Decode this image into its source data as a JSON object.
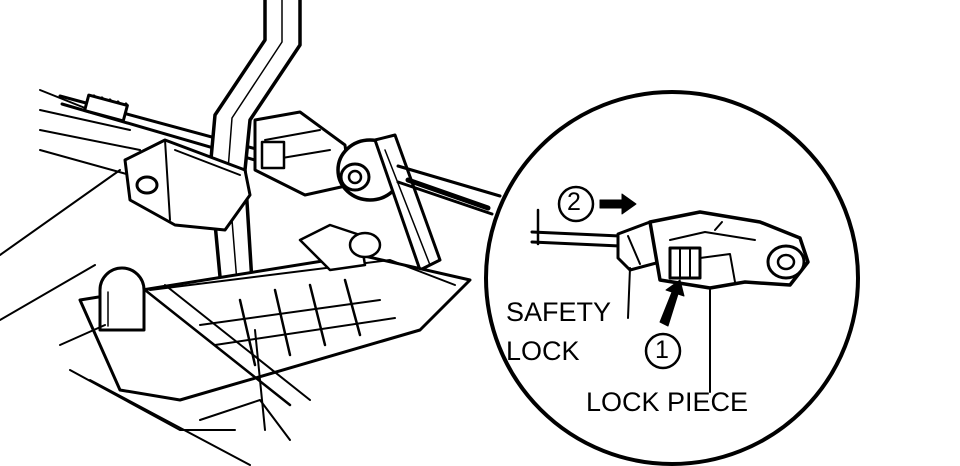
{
  "labels": {
    "safety_lock_line1": "SAFETY",
    "safety_lock_line2": "LOCK",
    "lock_piece": "LOCK PIECE"
  },
  "steps": {
    "step1": "1",
    "step2": "2"
  },
  "colors": {
    "ink": "#000000",
    "paper": "#ffffff"
  }
}
